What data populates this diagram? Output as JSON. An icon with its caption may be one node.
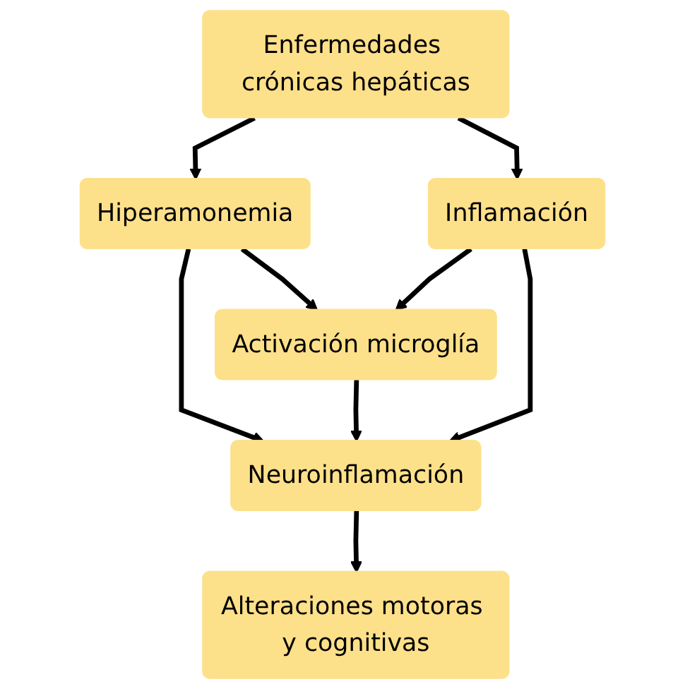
{
  "diagram": {
    "nodes": [
      {
        "text": [
          "Enfermedades crónicas hepáticas"
        ]
      },
      {
        "text": [
          "Hiperamonemia"
        ]
      },
      {
        "text": [
          "Inflamación"
        ]
      },
      {
        "text": [
          "Activación microglía"
        ]
      },
      {
        "text": [
          "Neuroinflamación"
        ]
      },
      {
        "text": [
          "Alteraciones motoras y cognitivas"
        ]
      }
    ],
    "edges": [
      {
        "from": 0,
        "to": 1,
        "arrow": "to"
      },
      {
        "from": 0,
        "to": 2,
        "arrow": "to"
      },
      {
        "from": 1,
        "to": 3,
        "arrow": "to"
      },
      {
        "from": 2,
        "to": 3,
        "arrow": "to"
      },
      {
        "from": 1,
        "to": 4,
        "arrow": "to"
      },
      {
        "from": 3,
        "to": 4,
        "arrow": "to"
      },
      {
        "from": 2,
        "to": 4,
        "arrow": "to"
      },
      {
        "from": 4,
        "to": 5,
        "arrow": "to"
      }
    ]
  }
}
